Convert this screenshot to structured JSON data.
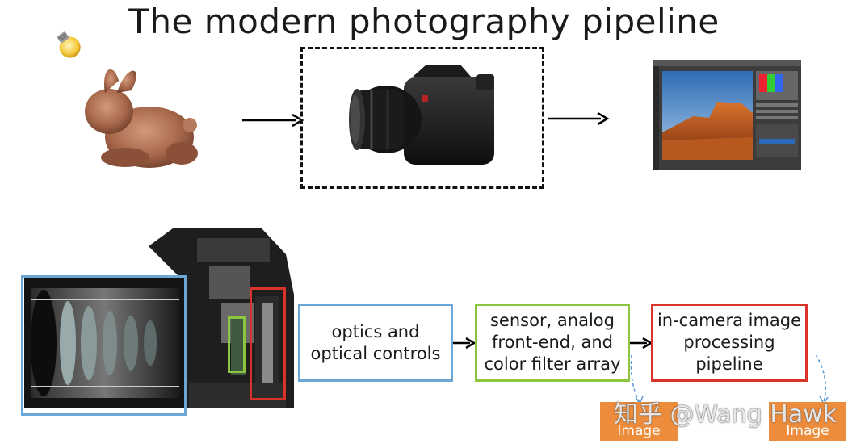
{
  "title": "The modern photography pipeline",
  "pipeline": {
    "optics_label_1": "optics and",
    "optics_label_2": "optical controls",
    "sensor_label_1": "sensor, analog",
    "sensor_label_2": "front-end, and",
    "sensor_label_3": "color filter array",
    "isp_label_1": "in-camera image",
    "isp_label_2": "processing",
    "isp_label_3": "pipeline"
  },
  "outputs": {
    "left_label": "Image",
    "right_label": "Image"
  },
  "watermark": "知乎 @Wang Hawk",
  "icons": {
    "light": "lightbulb-icon",
    "subject": "bunny-model",
    "camera": "camera-icon",
    "editor": "photo-editor-screenshot",
    "cutaway": "camera-cutaway"
  },
  "colors": {
    "optics_border": "#6ca6d6",
    "sensor_border": "#8cc63f",
    "isp_border": "#d9332b",
    "output_fill": "#ed8c3b",
    "dashed_arrow": "#5b9bd5"
  }
}
